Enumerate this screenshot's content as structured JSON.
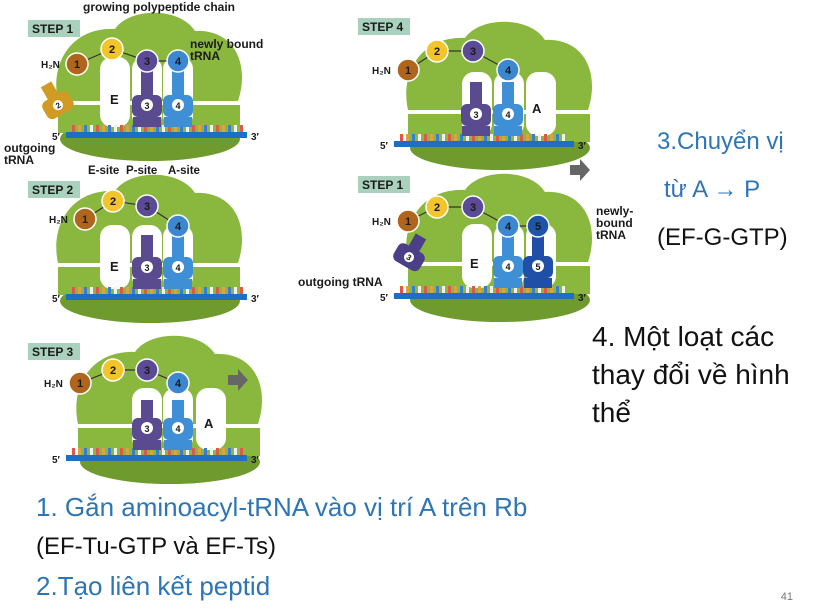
{
  "colors": {
    "ribosome": "#8ab83f",
    "ribosome_inner": "#6f9a2d",
    "mrna_blue": "#1e6fc4",
    "trna_purple": "#5a4a8f",
    "trna_blue": "#3f8fd6",
    "trna_darkblue": "#1f4fa6",
    "aa1": "#b0651c",
    "aa2": "#f2c52a",
    "aa3": "#5b4b96",
    "aa4": "#3c87cf",
    "aa5": "#1f55a8",
    "outgoing_orange": "#d19a22",
    "outgoing_purple": "#4b3f88",
    "step_tag": "#a9d1bd",
    "text_blue": "#2e75b6"
  },
  "panels": {
    "p1": {
      "step": "STEP 1",
      "top_label": "growing polypeptide chain",
      "newly_bound": "newly bound\ntRNA",
      "outgoing": "outgoing\ntRNA",
      "e_letter": "E",
      "h2n": "H₂N",
      "five": "5′",
      "three": "3′",
      "site_labels": [
        "E-site",
        "P-site",
        "A-site"
      ],
      "chain": [
        "1",
        "2",
        "3",
        "4"
      ]
    },
    "p2": {
      "step": "STEP 2",
      "e_letter": "E",
      "h2n": "H₂N",
      "five": "5′",
      "three": "3′",
      "chain": [
        "1",
        "2",
        "3",
        "4"
      ]
    },
    "p3": {
      "step": "STEP 3",
      "a_letter": "A",
      "h2n": "H₂N",
      "five": "5′",
      "three": "3′",
      "chain": [
        "1",
        "2",
        "3",
        "4"
      ]
    },
    "p4": {
      "step": "STEP 4",
      "a_letter": "A",
      "h2n": "H₂N",
      "five": "5′",
      "three": "3′",
      "chain": [
        "1",
        "2",
        "3",
        "4"
      ]
    },
    "p5": {
      "step": "STEP 1",
      "e_letter": "E",
      "h2n": "H₂N",
      "five": "5′",
      "three": "3′",
      "newly_bound": "newly-\nbound\ntRNA",
      "outgoing": "outgoing tRNA",
      "chain": [
        "1",
        "2",
        "3",
        "4",
        "5"
      ]
    }
  },
  "notes": {
    "translocation": [
      "3.Chuyển vị",
      "từ A → P",
      "(EF-G-GTP)"
    ],
    "conformation": [
      "4. Một loạt các",
      "thay đổi về hình",
      "thể"
    ],
    "step_one": "1.   Gắn aminoacyl-tRNA vào vị trí A trên Rb",
    "step_one_factors": "(EF-Tu-GTP và EF-Ts)",
    "step_two": "2.Tạo liên kết peptid"
  },
  "slide_number": "41"
}
